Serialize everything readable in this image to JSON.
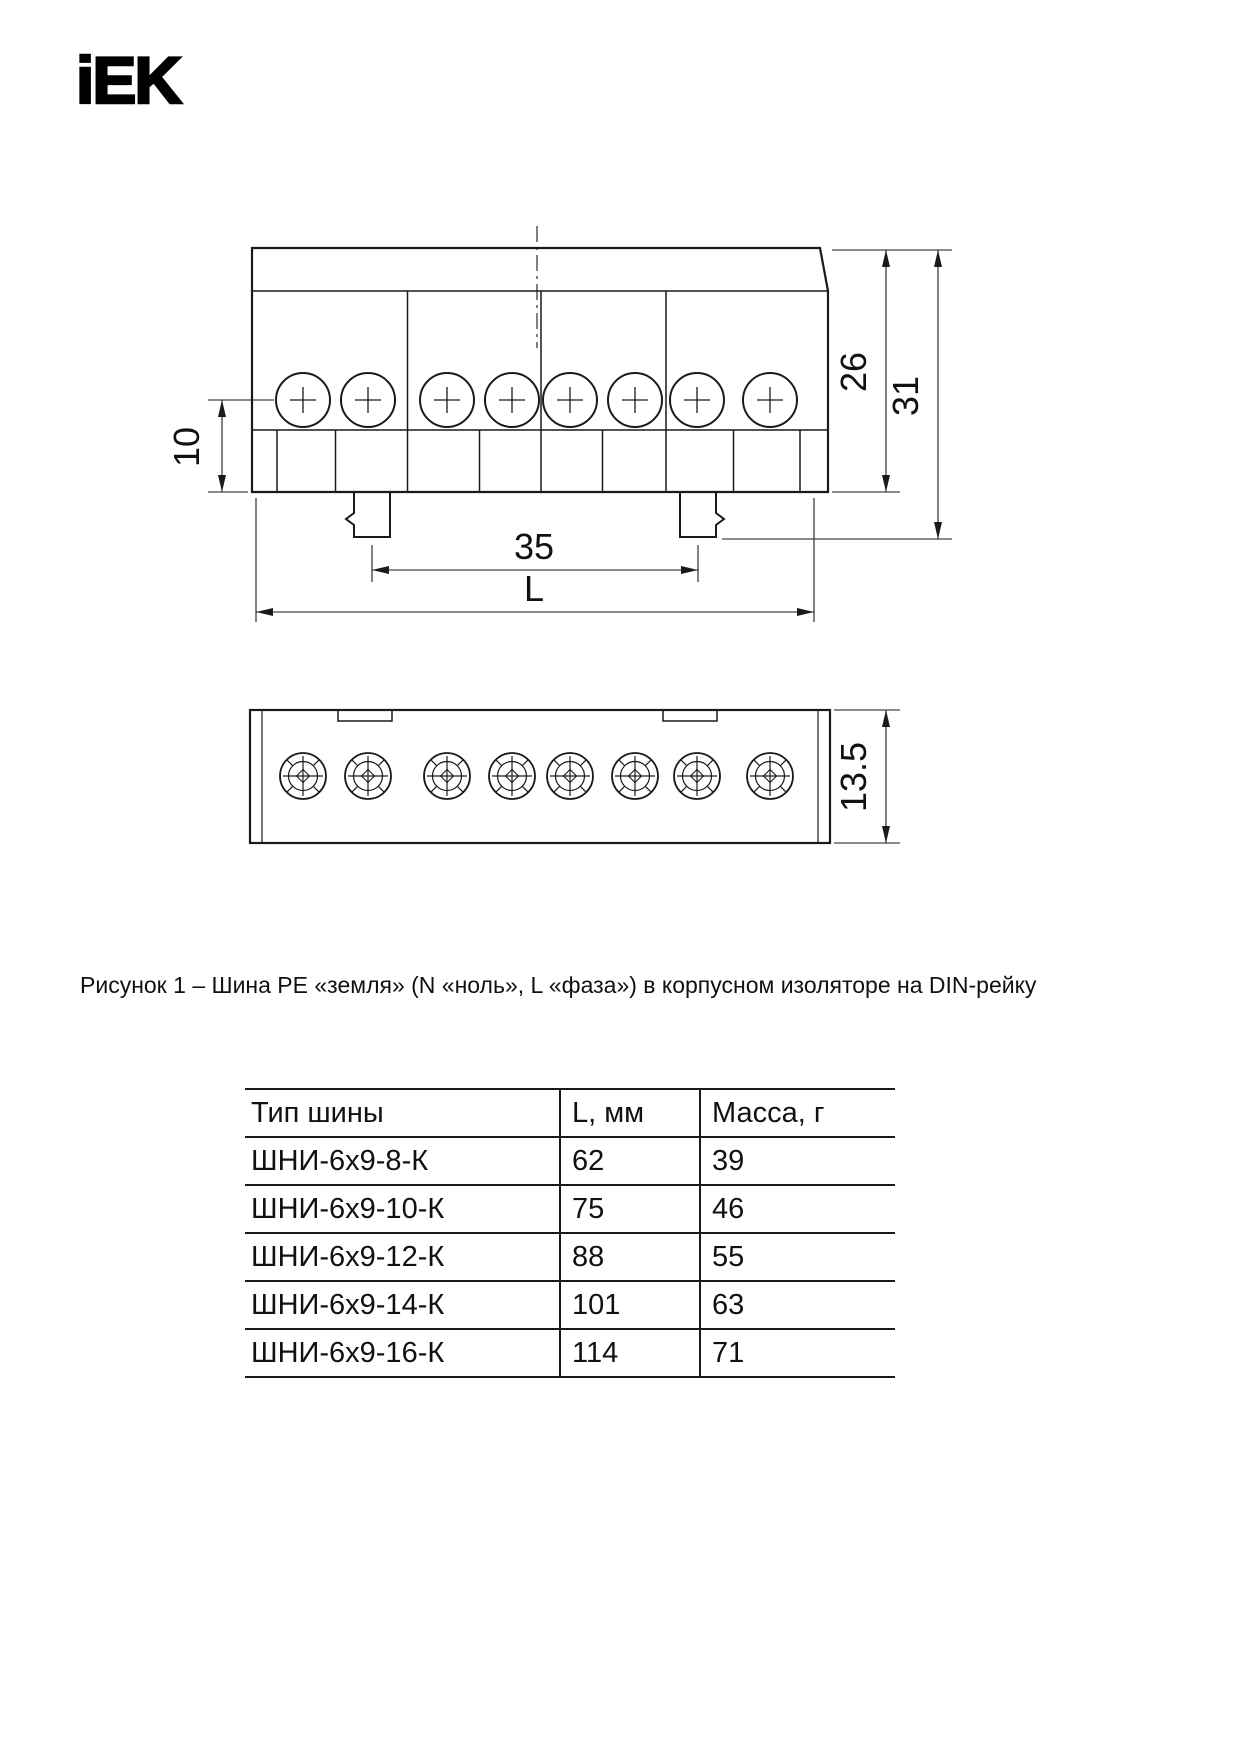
{
  "logo": {
    "text": "iEK"
  },
  "drawing": {
    "dims": {
      "d10": "10",
      "d26": "26",
      "d31": "31",
      "d35": "35",
      "dL": "L",
      "d13_5": "13.5"
    }
  },
  "figure": {
    "caption": "Рисунок 1 – Шина PE «земля» (N «ноль», L «фаза») в корпусном изоляторе на  DIN-рейку"
  },
  "table": {
    "headers": [
      "Тип шины",
      "L, мм",
      "Масса, г"
    ],
    "rows": [
      {
        "type": "ШНИ-6х9-8-К",
        "length_mm": "62",
        "mass_g": "39"
      },
      {
        "type": "ШНИ-6х9-10-К",
        "length_mm": "75",
        "mass_g": "46"
      },
      {
        "type": "ШНИ-6х9-12-К",
        "length_mm": "88",
        "mass_g": "55"
      },
      {
        "type": "ШНИ-6х9-14-К",
        "length_mm": "101",
        "mass_g": "63"
      },
      {
        "type": "ШНИ-6х9-16-К",
        "length_mm": "114",
        "mass_g": "71"
      }
    ]
  }
}
